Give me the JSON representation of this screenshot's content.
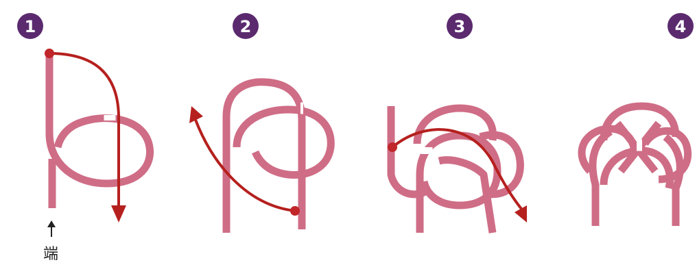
{
  "steps": [
    {
      "number": "1"
    },
    {
      "number": "2"
    },
    {
      "number": "3"
    },
    {
      "number": "4"
    }
  ],
  "end_label": "端",
  "colors": {
    "cord": "#cf6d86",
    "arrow": "#b5201e",
    "badge": "#5b2a6e",
    "background": "#ffffff"
  }
}
